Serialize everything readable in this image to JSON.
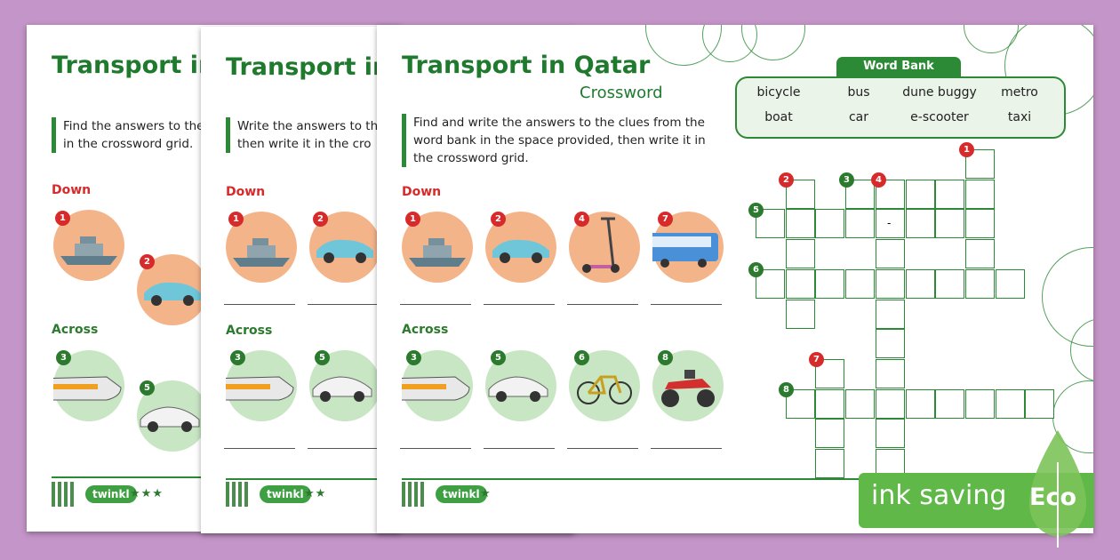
{
  "colors": {
    "background": "#c495c8",
    "green": "#2c8a36",
    "red": "#d72a2a",
    "eco": "#5fb847"
  },
  "sheet1": {
    "title": "Transport in Qatar",
    "instructions": "Find the answers to the clues from the word bank in the space provided, then write it in the crossword grid.",
    "instr_line1": "Find the answers to the",
    "instr_line2": "in the crossword grid.",
    "down_label": "Down",
    "across_label": "Across",
    "stars": "★★★",
    "logo": "twinkl"
  },
  "sheet2": {
    "title": "Transport in Qatar",
    "instr_line1": "Write the answers to the",
    "instr_line2": "then write it in the cro",
    "down_label": "Down",
    "across_label": "Across",
    "stars": "★★",
    "logo": "twinkl"
  },
  "sheet3": {
    "title": "Transport in Qatar",
    "subtitle": "Crossword",
    "instr_line1": "Find and write the answers to the clues from the",
    "instr_line2": "word bank in the space provided, then write it in",
    "instr_line3": "the crossword grid.",
    "down_label": "Down",
    "across_label": "Across",
    "stars": "★",
    "logo": "twinkl",
    "down_clues": [
      {
        "number": "1",
        "icon": "boat-icon"
      },
      {
        "number": "2",
        "icon": "taxi-icon"
      },
      {
        "number": "4",
        "icon": "e-scooter-icon"
      },
      {
        "number": "7",
        "icon": "bus-icon"
      }
    ],
    "across_clues": [
      {
        "number": "3",
        "icon": "metro-icon"
      },
      {
        "number": "5",
        "icon": "car-icon"
      },
      {
        "number": "6",
        "icon": "bicycle-icon"
      },
      {
        "number": "8",
        "icon": "dune-buggy-icon"
      }
    ]
  },
  "word_bank": {
    "title": "Word Bank",
    "words": [
      "bicycle",
      "bus",
      "dune buggy",
      "metro",
      "boat",
      "car",
      "e-scooter",
      "taxi"
    ]
  },
  "crossword": {
    "numbers": [
      "1",
      "2",
      "3",
      "4",
      "5",
      "6",
      "7",
      "8"
    ],
    "hyphen": "-"
  },
  "eco_badge": {
    "text": "ink saving",
    "label": "Eco"
  }
}
